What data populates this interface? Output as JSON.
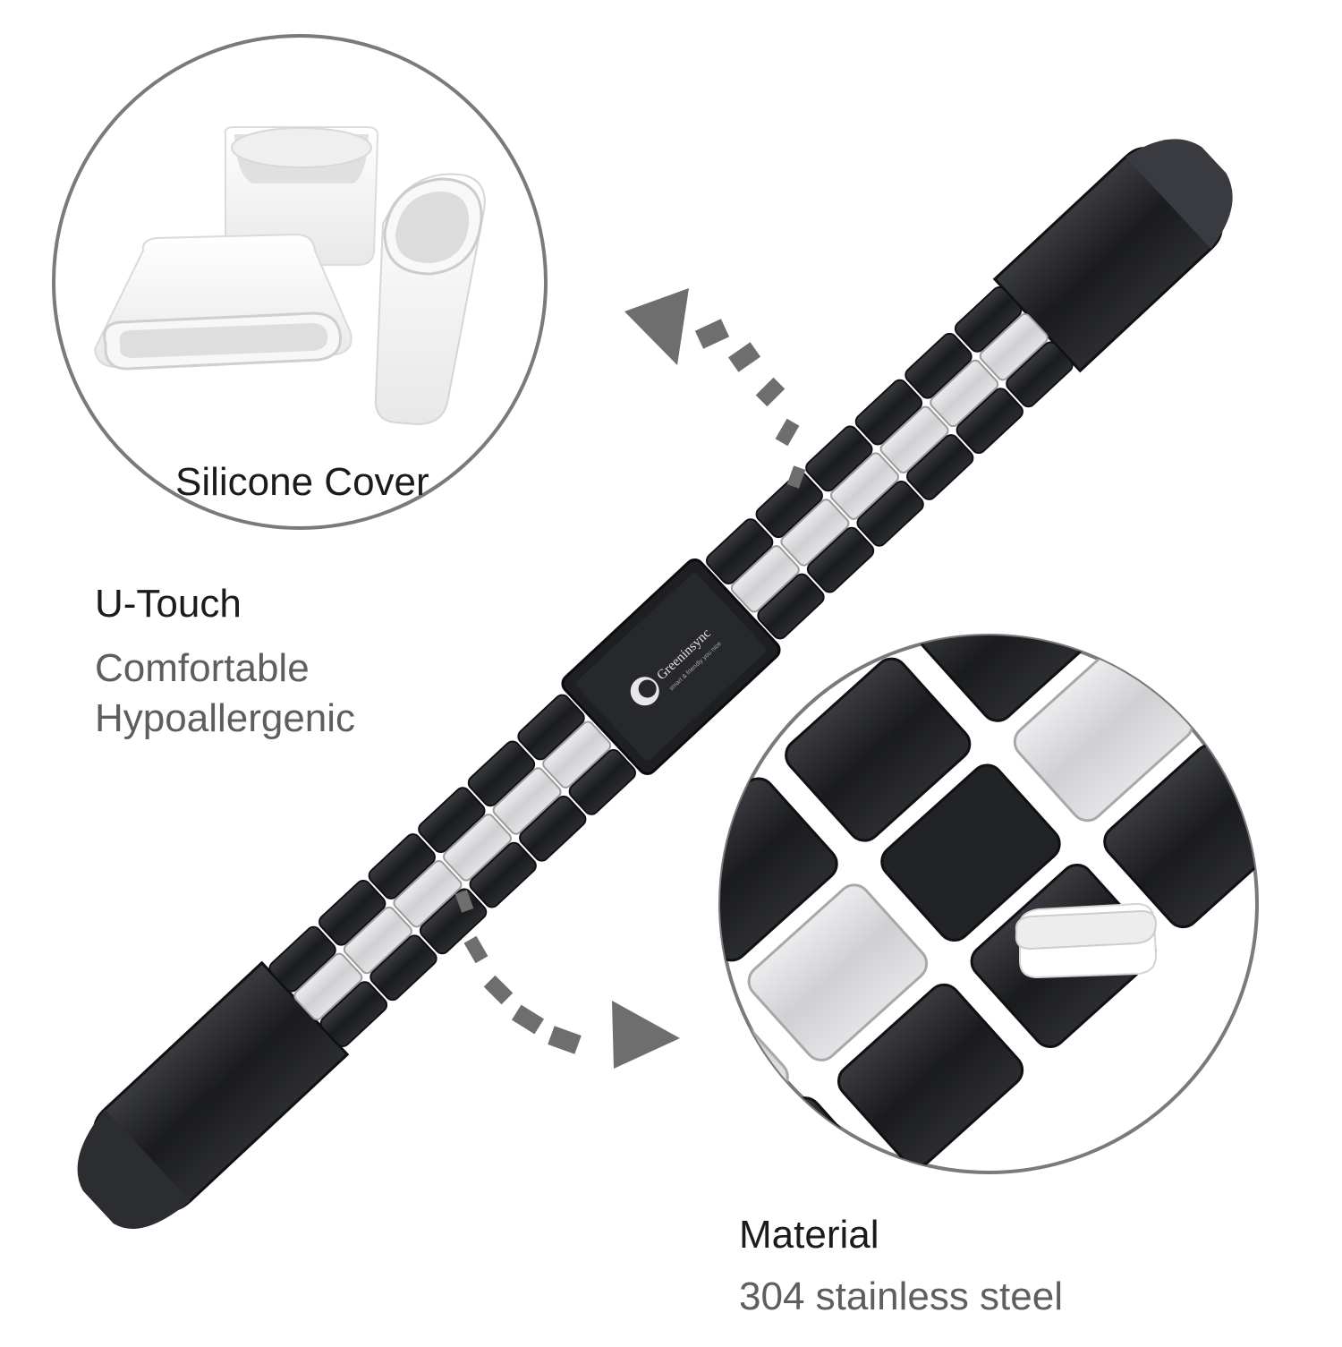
{
  "brand": {
    "logo_text": "Greeninsync",
    "logo_tagline": "smart & friendly you nice"
  },
  "callouts": {
    "silicone": {
      "title": "Silicone Cover"
    },
    "features": {
      "title": "U-Touch",
      "line1": "Comfortable",
      "line2": "Hypoallergenic"
    },
    "material": {
      "title": "Material",
      "detail": "304 stainless steel"
    }
  },
  "colors": {
    "metal_dark": "#1c1d20",
    "metal_mid": "#2b2c30",
    "ceramic": "#d9d9db",
    "circle_stroke": "#7a7a7a",
    "arrow": "#6e6e6e",
    "silicone": "#f4f4f4"
  },
  "icons": {
    "top_arrow": "dotted-curved-arrow-up-left",
    "bottom_arrow": "dotted-curved-arrow-down-right"
  }
}
